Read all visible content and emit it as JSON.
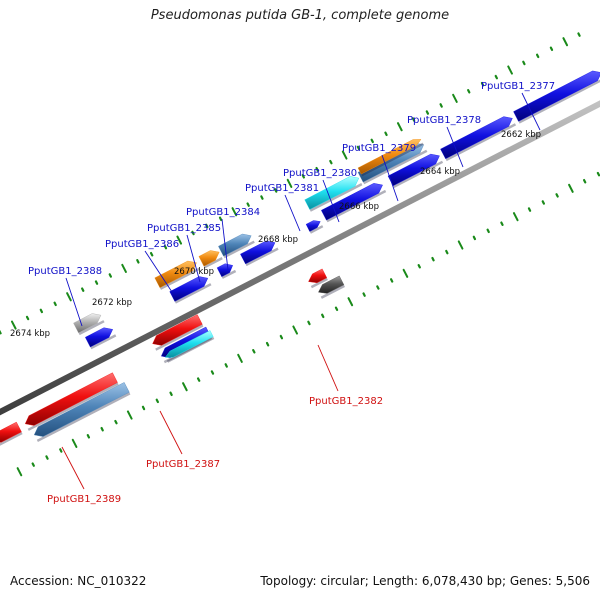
{
  "title": "Pseudomonas putida GB-1, complete genome",
  "accession": "Accession: NC_010322",
  "topology": "Topology: circular; Length: 6,078,430 bp; Genes: 5,506",
  "colors": {
    "blue": "#1010e0",
    "steel": "#4e84b8",
    "orange": "#f08a10",
    "cyan": "#20e0f0",
    "red": "#f01010",
    "grey": "#a8a8a8",
    "darkgrey": "#555555",
    "label_plus": "#1010c8",
    "label_minus": "#d01010",
    "tick": "#1a8a1a",
    "axis": "#7a7a7a"
  },
  "scale_labels": [
    "2662 kbp",
    "2664 kbp",
    "2666 kbp",
    "2668 kbp",
    "2670 kbp",
    "2672 kbp",
    "2674 kbp"
  ],
  "gene_labels_plus": [
    "PputGB1_2377",
    "PputGB1_2378",
    "PputGB1_2379",
    "PputGB1_2380",
    "PputGB1_2381",
    "PputGB1_2384",
    "PputGB1_2385",
    "PputGB1_2386",
    "PputGB1_2388"
  ],
  "gene_labels_minus": [
    "PputGB1_2382",
    "PputGB1_2387",
    "PputGB1_2389"
  ]
}
